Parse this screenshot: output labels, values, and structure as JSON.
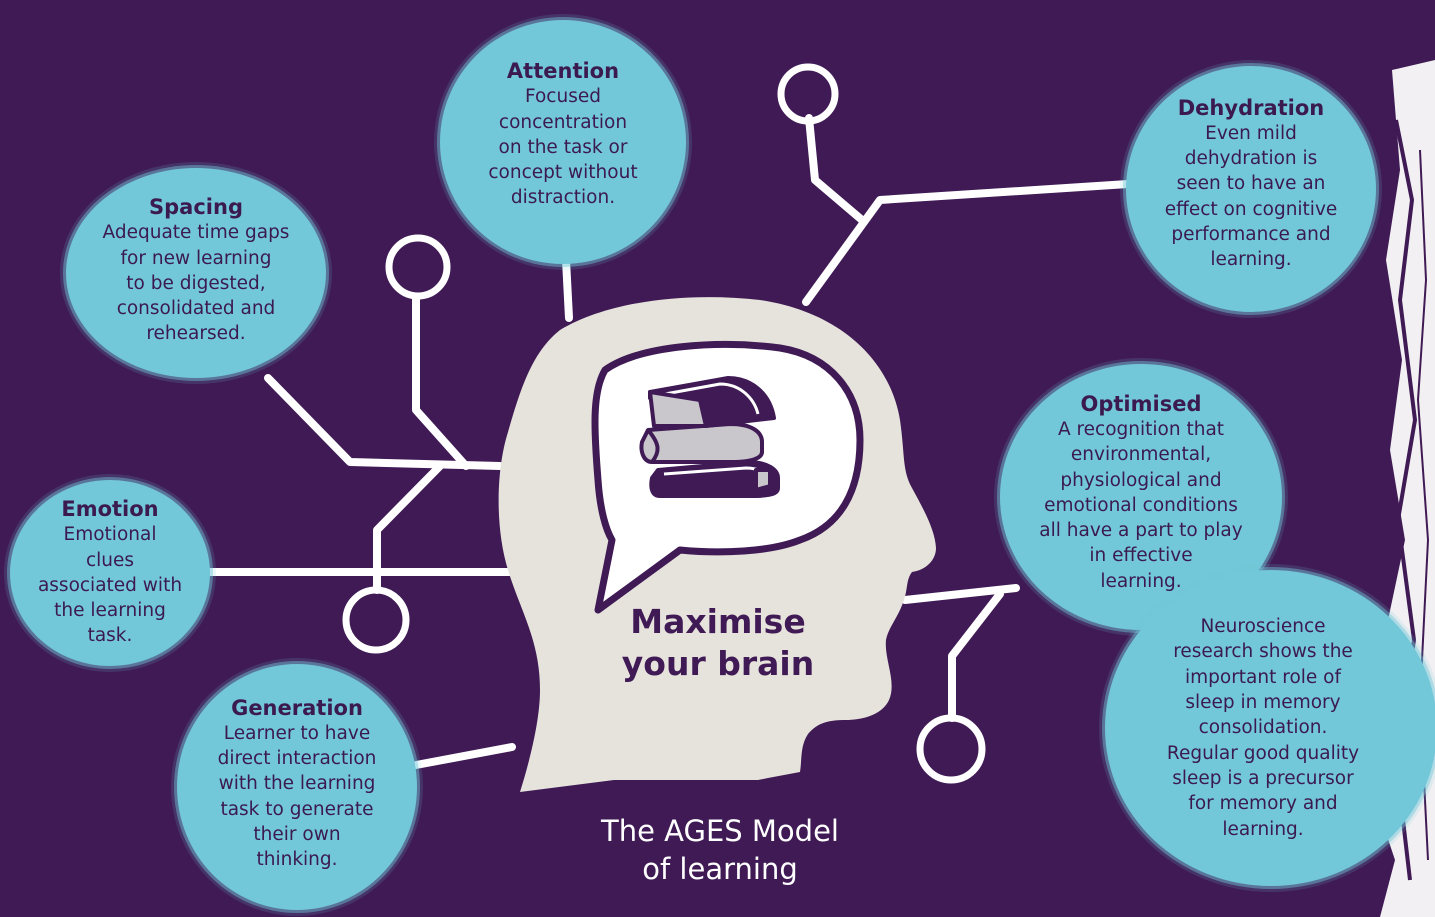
{
  "center": {
    "title": "Maximise\nyour brain"
  },
  "caption": "The AGES Model\nof learning",
  "nodes": {
    "attention": {
      "title": "Attention",
      "body": "Focused\nconcentration\non the task or\nconcept without\ndistraction."
    },
    "spacing": {
      "title": "Spacing",
      "body": "Adequate time gaps\nfor new learning\nto be digested,\nconsolidated and\nrehearsed."
    },
    "emotion": {
      "title": "Emotion",
      "body": "Emotional\nclues\nassociated with\nthe learning\ntask."
    },
    "generation": {
      "title": "Generation",
      "body": "Learner to have\ndirect interaction\nwith the learning\ntask to generate\ntheir own\nthinking."
    },
    "dehydration": {
      "title": "Dehydration",
      "body": "Even mild\ndehydration is\nseen to have an\neffect on cognitive\nperformance and\nlearning."
    },
    "optimised": {
      "title": "Optimised",
      "body": "A recognition that\nenvironmental,\nphysiological and\nemotional conditions\nall have a part to play\nin effective\nlearning."
    },
    "sleep": {
      "body": "Neuroscience\nresearch shows the\nimportant role of\nsleep in memory\nconsolidation.\nRegular good quality\nsleep is a precursor\nfor memory and\nlearning."
    }
  },
  "colors": {
    "background": "#3f1a55",
    "bubble": "#72c7d8",
    "head": "#e6e2dc",
    "connector": "#ffffff",
    "text_dark": "#3b1a4f"
  },
  "icons": {
    "center_icon": "books-icon"
  }
}
